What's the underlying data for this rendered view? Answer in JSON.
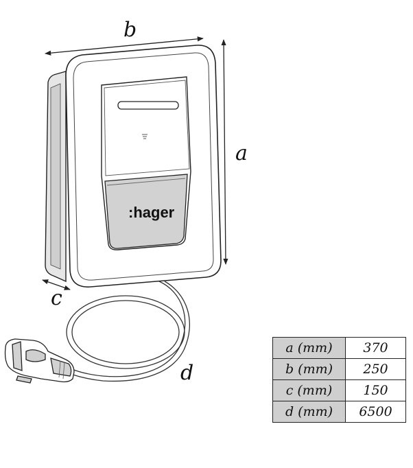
{
  "labels": {
    "a": "a",
    "b": "b",
    "c": "c",
    "d": "d",
    "brand": ":hager"
  },
  "dimensions_table": [
    {
      "key": "a (mm)",
      "value": "370"
    },
    {
      "key": "b (mm)",
      "value": "250"
    },
    {
      "key": "c (mm)",
      "value": "150"
    },
    {
      "key": "d (mm)",
      "value": "6500"
    }
  ],
  "colors": {
    "outline": "#222222",
    "shade": "#cfcfcf",
    "table_key_bg": "#cfcfcf"
  },
  "icons": {
    "device": "ev-wallbox-charger",
    "plug": "type2-charging-plug"
  }
}
